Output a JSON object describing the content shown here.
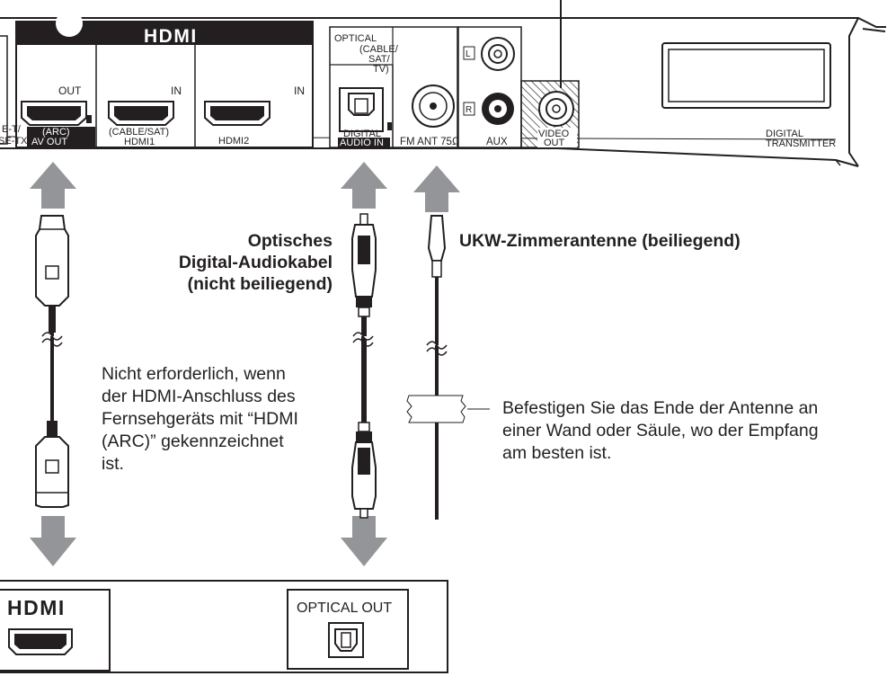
{
  "rear_panel": {
    "hdmi_logo": "HDMI",
    "out_label": "OUT",
    "in_label_1": "IN",
    "in_label_2": "IN",
    "arc_label": "(ARC)",
    "av_out_label": "AV OUT",
    "cable_sat_label": "(CABLE/SAT)",
    "hdmi1_label": "HDMI1",
    "hdmi2_label": "HDMI2",
    "left_cut_label_1": "E-T/",
    "left_cut_label_2": "SE-TX)",
    "optical_label_1": "OPTICAL",
    "optical_label_2": "(CABLE/",
    "optical_label_3": "SAT/",
    "optical_label_4": "TV)",
    "digital_label": "DIGITAL",
    "audio_in_label": "AUDIO IN",
    "fm_ant_label": "FM ANT 75Ω",
    "left_ch": "L",
    "right_ch": "R",
    "aux_label": "AUX",
    "video_label": "VIDEO",
    "video_out_label": "OUT",
    "digital_tx_label_1": "DIGITAL",
    "digital_tx_label_2": "TRANSMITTER"
  },
  "callouts": {
    "optical_cable": [
      "Optisches",
      "Digital-Audiokabel",
      "(nicht beiliegend)"
    ],
    "fm_antenna": "UKW-Zimmerantenne (beiliegend)",
    "hdmi_note": [
      "Nicht erforderlich, wenn",
      "der HDMI-Anschluss des",
      "Fernsehgeräts mit “HDMI",
      "(ARC)” gekennzeichnet",
      "ist."
    ],
    "antenna_note": [
      "Befestigen Sie das Ende der Antenne an",
      "einer Wand oder Säule, wo der Empfang",
      "am besten ist."
    ]
  },
  "tv_panel": {
    "hdmi_logo": "HDMI",
    "optical_out_label": "OPTICAL OUT"
  }
}
